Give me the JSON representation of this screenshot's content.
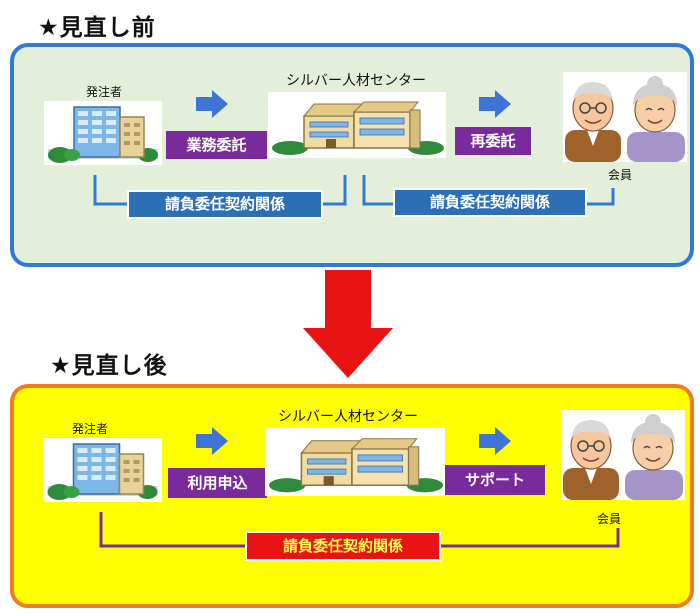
{
  "before": {
    "heading": "★見直し前",
    "client_label": "発注者",
    "center_label": "シルバー人材センター",
    "member_label": "会員",
    "step1": "業務委託",
    "step2": "再委託",
    "contract1": "請負委任契約関係",
    "contract2": "請負委任契約関係"
  },
  "after": {
    "heading": "★見直し後",
    "client_label": "発注者",
    "center_label": "シルバー人材センター",
    "member_label": "会員",
    "step1": "利用申込",
    "step2": "サポート",
    "contract": "請負委任契約関係"
  },
  "colors": {
    "before_panel_bg": "#e3efda",
    "before_panel_border": "#2e7bd6",
    "after_panel_bg": "#ffff00",
    "after_panel_border": "#f07c22",
    "step_tag": "#7a2b9b",
    "contract_tag_blue": "#2c6fb5",
    "contract_tag_red": "#e81313",
    "transition_arrow": "#e81313",
    "flow_arrow": "#3d74d6"
  },
  "icons": [
    "office-building-icon",
    "silver-center-building-icon",
    "elderly-couple-icon",
    "flow-arrow-icon",
    "transition-arrow-icon"
  ]
}
